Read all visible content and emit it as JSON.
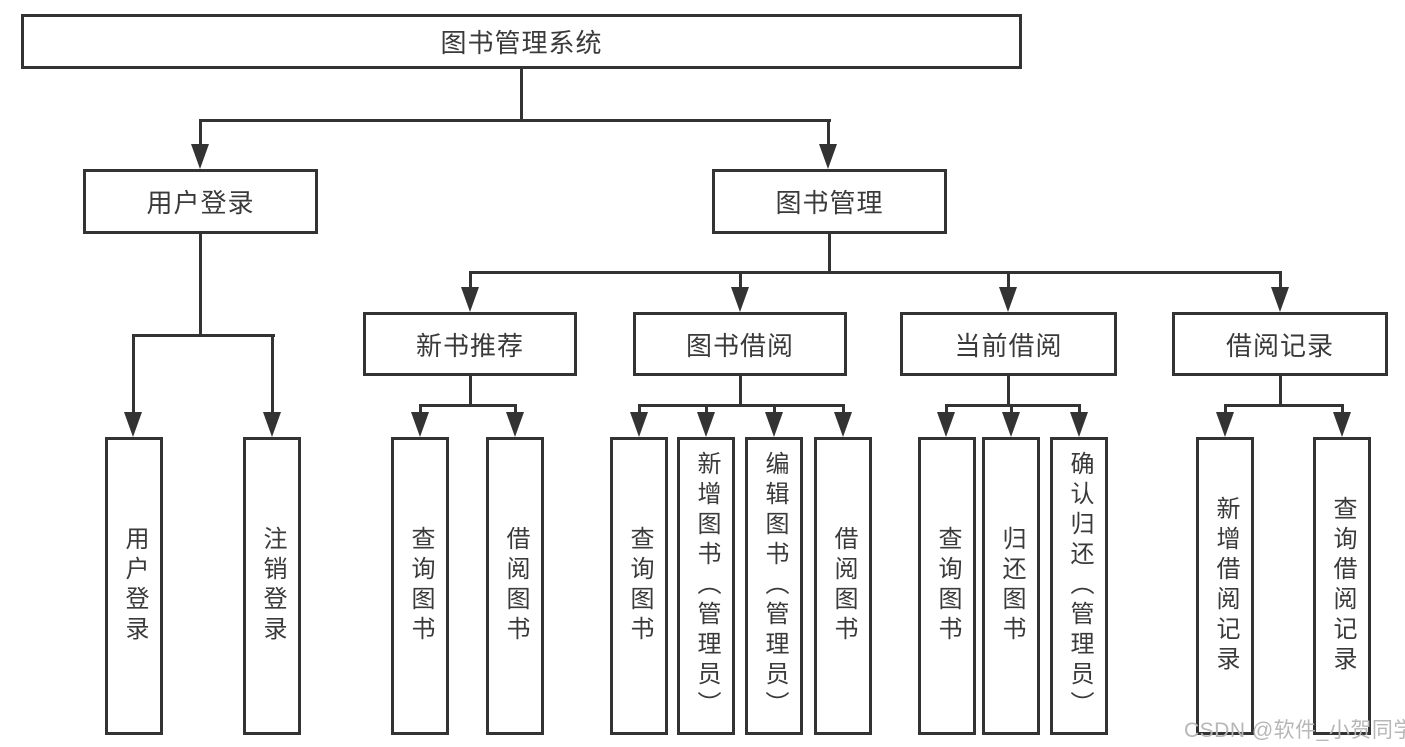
{
  "diagram": {
    "title": "图书管理系统",
    "root": {
      "label": "图书管理系统"
    },
    "level2": [
      {
        "id": "user-login",
        "label": "用户登录"
      },
      {
        "id": "book-management",
        "label": "图书管理"
      }
    ],
    "level3": [
      {
        "id": "new-book-recommend",
        "parent": "图书管理",
        "label": "新书推荐"
      },
      {
        "id": "book-borrow",
        "parent": "图书管理",
        "label": "图书借阅"
      },
      {
        "id": "current-borrow",
        "parent": "图书管理",
        "label": "当前借阅"
      },
      {
        "id": "borrow-records",
        "parent": "图书管理",
        "label": "借阅记录"
      }
    ],
    "leaves": [
      {
        "parent": "用户登录",
        "label": "用户登录"
      },
      {
        "parent": "用户登录",
        "label": "注销登录"
      },
      {
        "parent": "新书推荐",
        "label": "查询图书"
      },
      {
        "parent": "新书推荐",
        "label": "借阅图书"
      },
      {
        "parent": "图书借阅",
        "label": "查询图书"
      },
      {
        "parent": "图书借阅",
        "label": "新增图书（管理员）"
      },
      {
        "parent": "图书借阅",
        "label": "编辑图书（管理员）"
      },
      {
        "parent": "图书借阅",
        "label": "借阅图书"
      },
      {
        "parent": "当前借阅",
        "label": "查询图书"
      },
      {
        "parent": "当前借阅",
        "label": "归还图书"
      },
      {
        "parent": "当前借阅",
        "label": "确认归还（管理员）"
      },
      {
        "parent": "借阅记录",
        "label": "新增借阅记录"
      },
      {
        "parent": "借阅记录",
        "label": "查询借阅记录"
      }
    ],
    "watermark": "CSDN @软件_小贺同学",
    "colors": {
      "line": "#333333",
      "text": "#3a3a3a",
      "watermark": "#b7b7b7",
      "background": "#ffffff"
    }
  }
}
